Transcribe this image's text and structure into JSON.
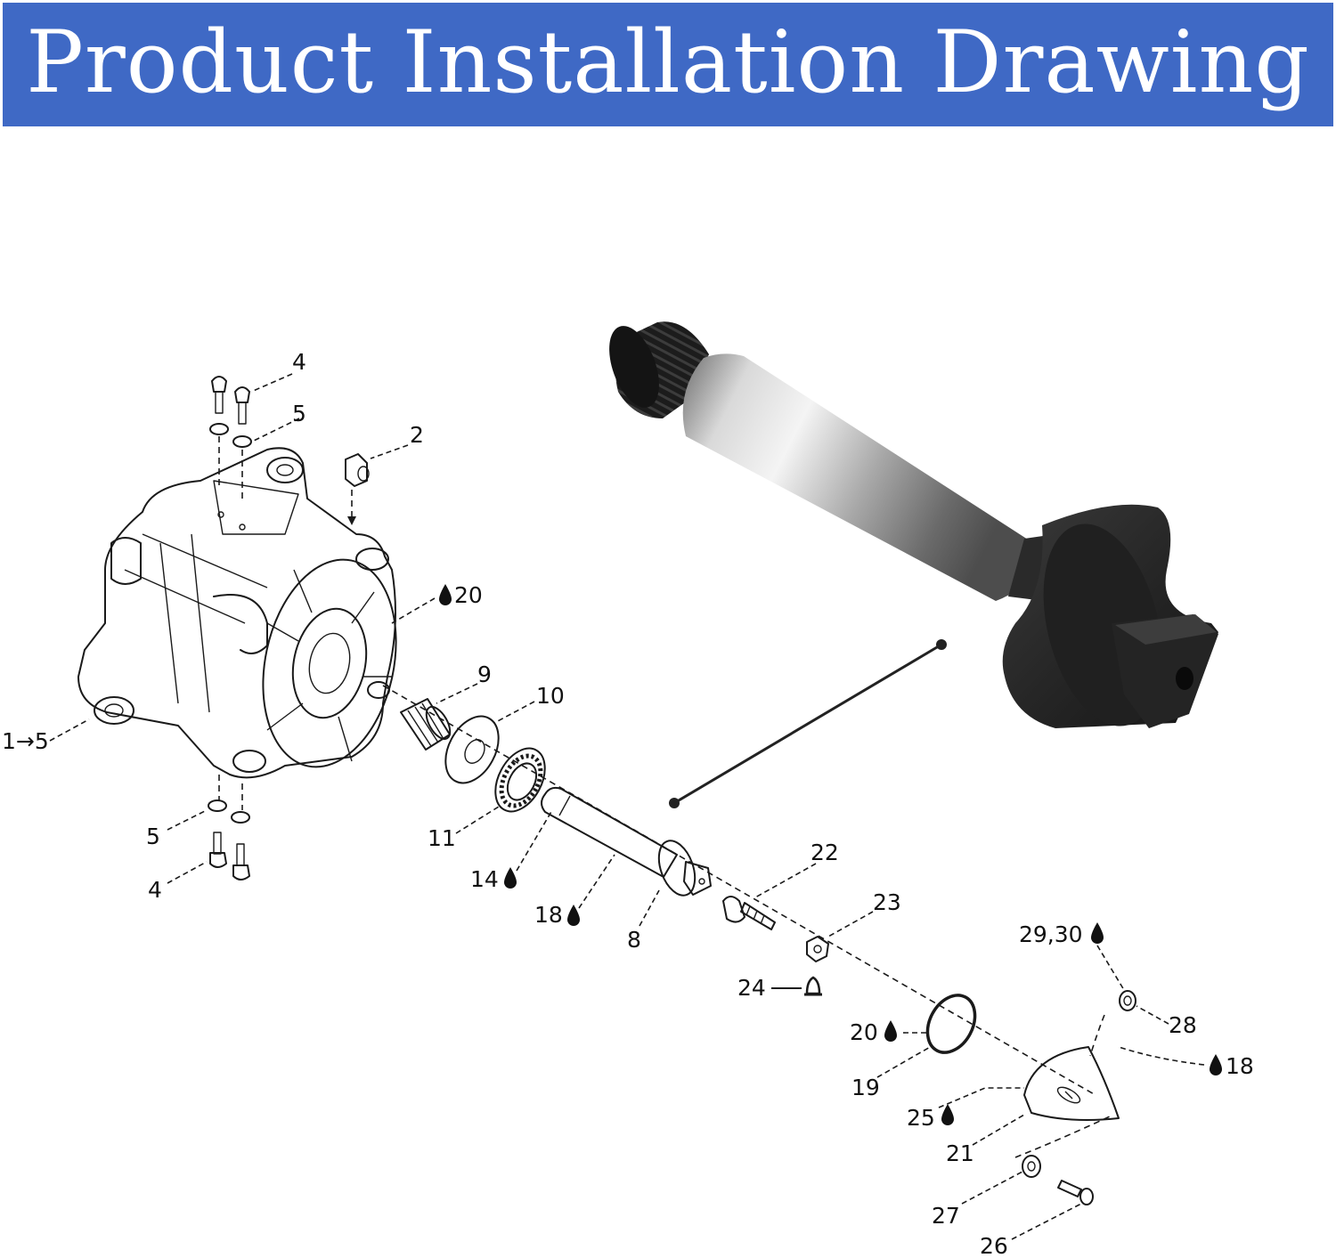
{
  "banner": {
    "title": "Product Installation Drawing",
    "color": "#3f69c5"
  },
  "callouts": {
    "c4a": "4",
    "c5a": "5",
    "c2": "2",
    "c20a": "20",
    "c9": "9",
    "c10": "10",
    "c1_5": "1→5",
    "c5b": "5",
    "c4b": "4",
    "c11": "11",
    "c14": "14",
    "c18a": "18",
    "c8": "8",
    "c22": "22",
    "c23": "23",
    "c24": "24",
    "c29_30": "29,30",
    "c28": "28",
    "c20b": "20",
    "c18b": "18",
    "c19": "19",
    "c25": "25",
    "c21": "21",
    "c27": "27",
    "c26": "26"
  },
  "icons": {
    "lubricant": "oil-drop-icon",
    "sealant": "sealant-bell-icon"
  }
}
